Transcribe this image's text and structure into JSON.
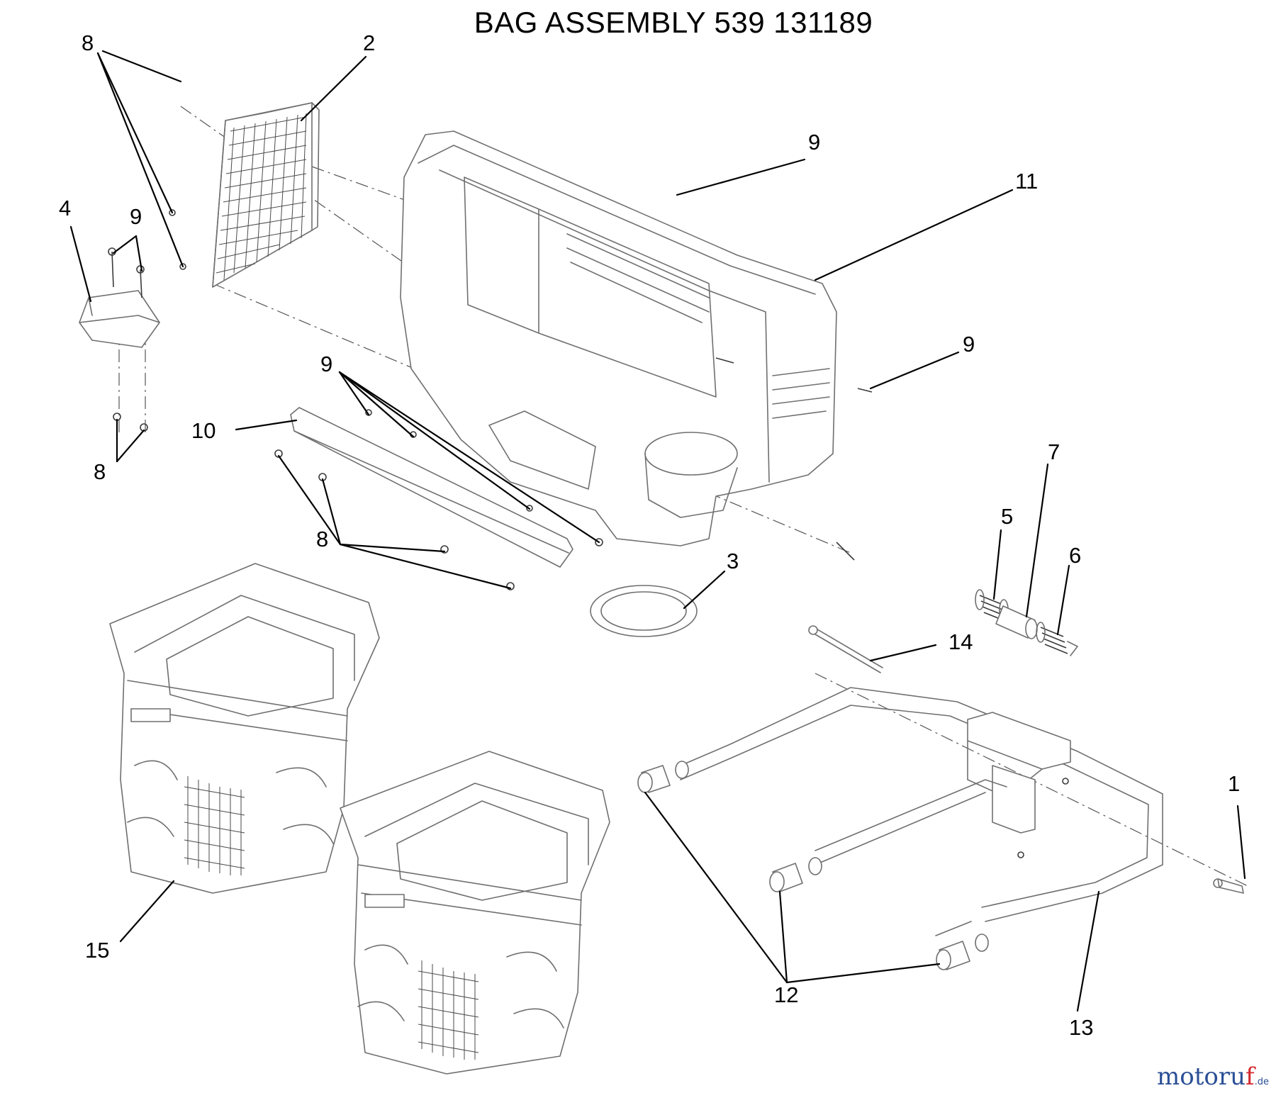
{
  "title": "BAG ASSEMBLY 539 131189",
  "callouts": [
    {
      "id": "c-8a",
      "text": "8"
    },
    {
      "id": "c-2",
      "text": "2"
    },
    {
      "id": "c-9a",
      "text": "9"
    },
    {
      "id": "c-11",
      "text": "11"
    },
    {
      "id": "c-4",
      "text": "4"
    },
    {
      "id": "c-9b",
      "text": "9"
    },
    {
      "id": "c-9c",
      "text": "9"
    },
    {
      "id": "c-9d",
      "text": "9"
    },
    {
      "id": "c-10",
      "text": "10"
    },
    {
      "id": "c-8b",
      "text": "8"
    },
    {
      "id": "c-8c",
      "text": "8"
    },
    {
      "id": "c-7",
      "text": "7"
    },
    {
      "id": "c-5",
      "text": "5"
    },
    {
      "id": "c-6",
      "text": "6"
    },
    {
      "id": "c-3",
      "text": "3"
    },
    {
      "id": "c-14",
      "text": "14"
    },
    {
      "id": "c-1",
      "text": "1"
    },
    {
      "id": "c-15",
      "text": "15"
    },
    {
      "id": "c-12",
      "text": "12"
    },
    {
      "id": "c-13",
      "text": "13"
    }
  ],
  "watermark": {
    "brand": "motoru",
    "accent": "f",
    "suffix": ".de"
  },
  "colors": {
    "line": "#6f6f6f",
    "leader": "#000000",
    "watermark_blue": "#2b4f96",
    "watermark_red": "#d4282e"
  }
}
